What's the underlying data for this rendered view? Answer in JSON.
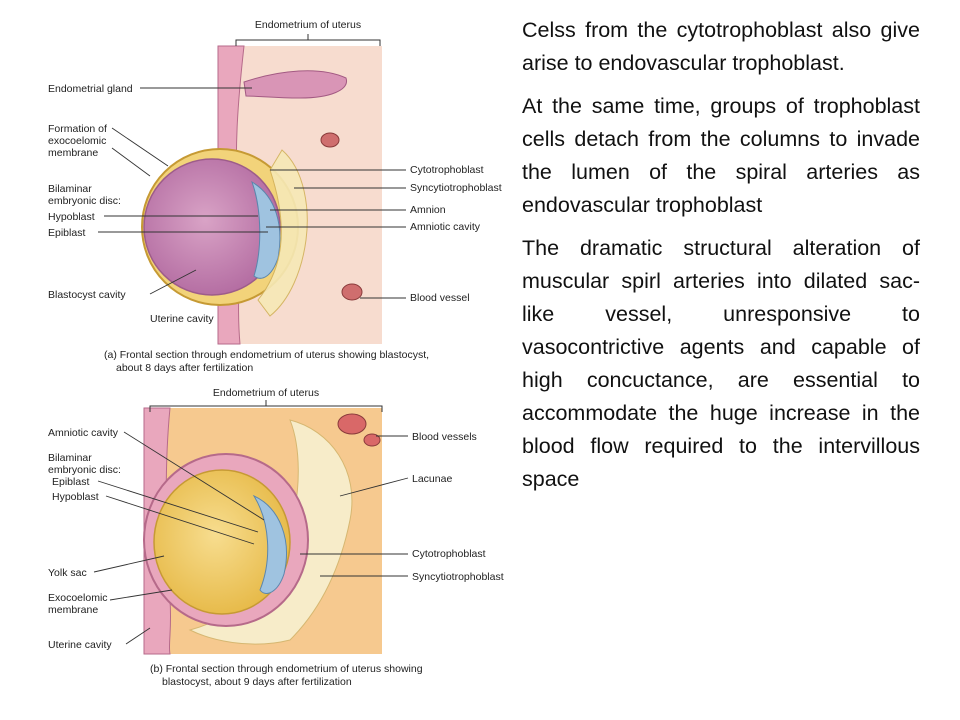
{
  "figure_a": {
    "title": "Endometrium of uterus",
    "labels_left": [
      "Endometrial gland",
      "Formation of",
      "exocoelomic",
      "membrane",
      "Bilaminar",
      "embryonic disc:",
      "Hypoblast",
      "Epiblast",
      "Blastocyst cavity",
      "Uterine cavity"
    ],
    "labels_right": [
      "Cytotrophoblast",
      "Syncytiotrophoblast",
      "Amnion",
      "Amniotic cavity",
      "Blood vessel"
    ],
    "caption": [
      "(a) Frontal section through endometrium of uterus showing blastocyst,",
      "about 8 days after fertilization"
    ]
  },
  "figure_b": {
    "title": "Endometrium of uterus",
    "labels_left": [
      "Amniotic cavity",
      "Bilaminar",
      "embryonic disc:",
      "Epiblast",
      "Hypoblast",
      "Yolk sac",
      "Exocoelomic",
      "membrane",
      "Uterine cavity"
    ],
    "labels_right": [
      "Blood vessels",
      "Lacunae",
      "Cytotrophoblast",
      "Syncytiotrophoblast"
    ],
    "caption": [
      "(b) Frontal section through endometrium of uterus showing",
      "blastocyst, about 9 days after fertilization"
    ]
  },
  "paragraphs": [
    "Celss from the cytotrophoblast also give arise to endovascular trophoblast.",
    "At the same time, groups of trophoblast cells detach from the columns to invade the lumen of the spiral arteries as endovascular trophoblast",
    "The dramatic structural alteration of muscular spirl arteries into dilated sac-like vessel, unresponsive to vasocontrictive agents and capable of high concuctance, are essential to accommodate the huge increase in the blood flow required to the intervillous space"
  ]
}
